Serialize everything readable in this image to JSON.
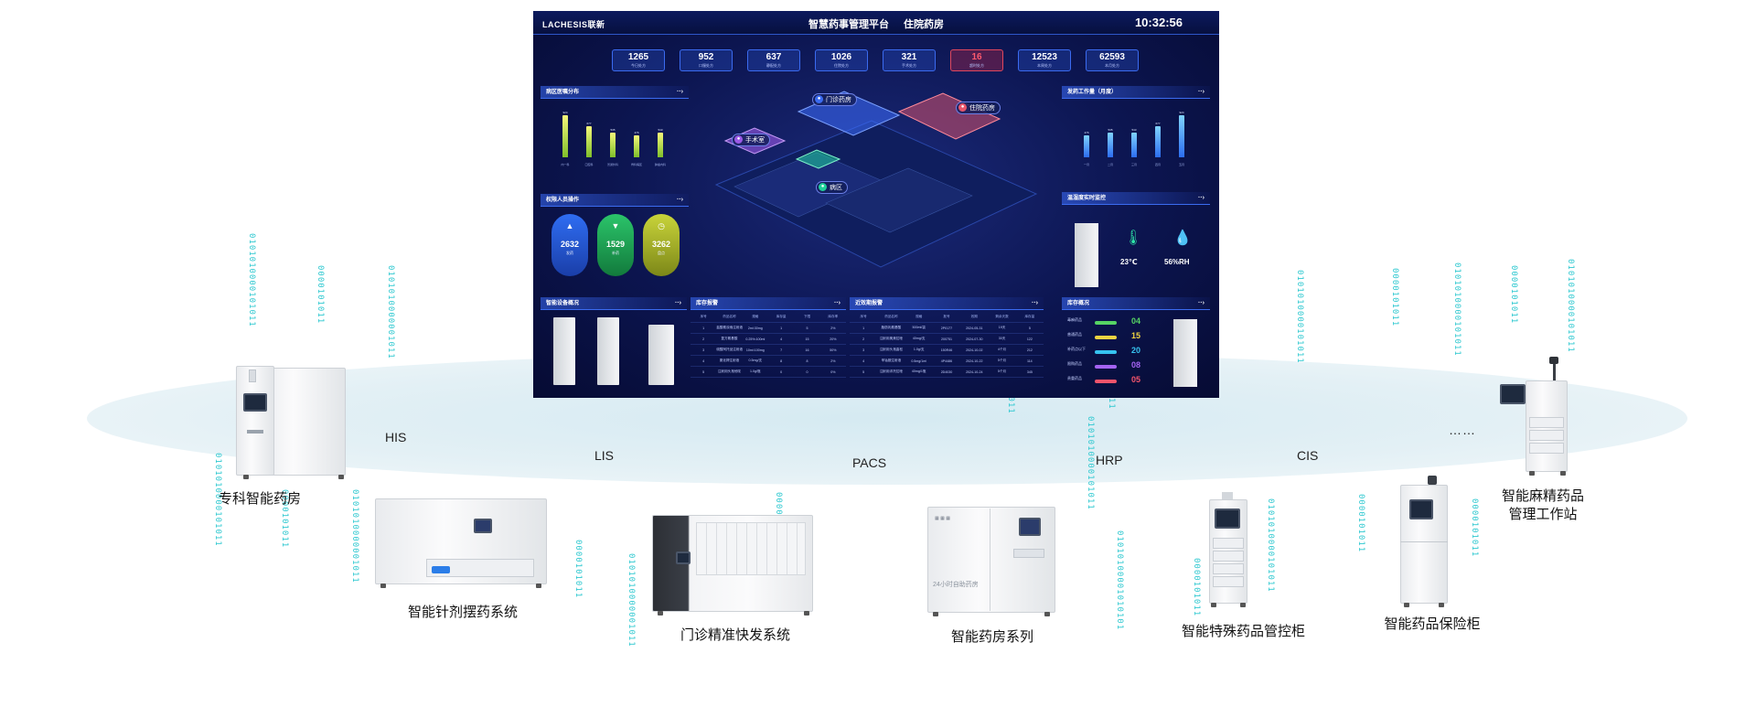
{
  "dashboard": {
    "brand": "LACHESIS联新",
    "title": "智慧药事管理平台",
    "subtitle": "住院药房",
    "time": "10:32:56",
    "kpis": [
      {
        "value": "1265",
        "label": "今日处方",
        "alert": false
      },
      {
        "value": "952",
        "label": "口服处方",
        "alert": false
      },
      {
        "value": "637",
        "label": "静配处方",
        "alert": false
      },
      {
        "value": "1026",
        "label": "住院处方",
        "alert": false
      },
      {
        "value": "321",
        "label": "手术处方",
        "alert": false
      },
      {
        "value": "16",
        "label": "超时处方",
        "alert": true
      },
      {
        "value": "12523",
        "label": "本周处方",
        "alert": false
      },
      {
        "value": "62593",
        "label": "本月处方",
        "alert": false
      }
    ],
    "panels": {
      "ward_dist": "病区医嘱分布",
      "staff_ops": "权限人员操作",
      "devices": "智能设备概况",
      "stock_alert": "库存报警",
      "expiry_alert": "近效期报警",
      "workload": "发药工作量（月度）",
      "env_monitor": "温湿度实时监控",
      "inventory": "库存概况"
    },
    "ward_chart": {
      "type": "bar",
      "values": [
        924,
        677,
        535,
        476,
        543
      ],
      "categories": [
        "内一科",
        "口腔科",
        "普通外科",
        "骨科病区",
        "肿瘤内科"
      ]
    },
    "workload_chart": {
      "type": "bar",
      "values": [
        476,
        535,
        543,
        677,
        924
      ],
      "categories": [
        "一月",
        "二月",
        "三月",
        "四月",
        "五月"
      ]
    },
    "staff_stats": [
      {
        "value": "2632",
        "label": "发药",
        "color": "#2b63e6",
        "icon": "▲"
      },
      {
        "value": "1529",
        "label": "补药",
        "color": "#1fa855",
        "icon": "▼"
      },
      {
        "value": "3262",
        "label": "盘点",
        "color": "#a7b52a",
        "icon": "◷"
      }
    ],
    "areas": [
      {
        "label": "门诊药房",
        "color": "#3b6bf0"
      },
      {
        "label": "住院药房",
        "color": "#e8566b"
      },
      {
        "label": "手术室",
        "color": "#9b59e6"
      },
      {
        "label": "病区",
        "color": "#1fcf9a"
      }
    ],
    "env": {
      "temperature": "23℃",
      "humidity": "56%RH"
    },
    "inventory": [
      {
        "label": "毒麻药品",
        "value": "04",
        "color": "#56d364"
      },
      {
        "label": "普通药品",
        "value": "15",
        "color": "#f0d342"
      },
      {
        "label": "补药点以下",
        "value": "20",
        "color": "#36c3f0"
      },
      {
        "label": "限购药品",
        "value": "08",
        "color": "#a463f2"
      },
      {
        "label": "贵重药品",
        "value": "05",
        "color": "#f2546b"
      }
    ],
    "stock_table": {
      "headers": [
        "序号",
        "药品名称",
        "规格",
        "库存量",
        "下限",
        "库存率"
      ],
      "rows": [
        [
          "1",
          "盐酸氨溴索注射液",
          "2ml:30mg",
          "1",
          "5",
          "2%"
        ],
        [
          "2",
          "复方氨基酸",
          "0.25%:100ml",
          "4",
          "15",
          "20%"
        ],
        [
          "3",
          "硫酸阿托品注射液",
          "10ml:100mg",
          "7",
          "16",
          "50%"
        ],
        [
          "4",
          "氯化钾注射液",
          "0.5mg/支",
          "8",
          "8",
          "2%"
        ],
        [
          "5",
          "注射用头孢他啶",
          "1.0g/瓶",
          "0",
          "0",
          "0%"
        ]
      ]
    },
    "expiry_table": {
      "headers": [
        "序号",
        "药品名称",
        "规格",
        "批号",
        "效期",
        "剩余天数",
        "库存量"
      ],
      "rows": [
        [
          "1",
          "脂肪乳氨基酸",
          "500ml/袋",
          "2P0177",
          "2024-05-31",
          "19天",
          "5"
        ],
        [
          "2",
          "注射用奥美拉唑",
          "40mg/支",
          "200751",
          "2024-07-30",
          "30天",
          "122"
        ],
        [
          "3",
          "注射用头孢曲松",
          "1.0g/支",
          "150R46",
          "2024-10-02",
          "4个月",
          "212"
        ],
        [
          "4",
          "甲钴胺注射液",
          "0.5mg/1ml",
          "4P4486",
          "2024-10-22",
          "5个月",
          "114"
        ],
        [
          "5",
          "注射用泮托拉唑",
          "40mg/1瓶",
          "2D4030",
          "2024-10-24",
          "5个月",
          "345"
        ]
      ]
    }
  },
  "systems": [
    "HIS",
    "LIS",
    "PACS",
    "HRP",
    "CIS"
  ],
  "more": "……",
  "binary": [
    "0101010000101011",
    "0000101011",
    "0101010000001011",
    "0101010000101011",
    "0000101011",
    "0101010000001011",
    "010101000010",
    "0000101011",
    "0101010000001011",
    "0000101011",
    "0101010000101011",
    "01010100001010101",
    "0000101011",
    "0101010000101011",
    "0000101011",
    "0101010000101011",
    "0000101011",
    "0101010000101011",
    "0000101011",
    "0101010000101011",
    "0000101011",
    "0101010000101011",
    "0000101011",
    "0101010000101011"
  ],
  "products": [
    {
      "name": "专科智能药房"
    },
    {
      "name": "智能针剂摆药系统"
    },
    {
      "name": "门诊精准快发系统"
    },
    {
      "name": "智能药房系列"
    },
    {
      "name": "智能特殊药品管控柜"
    },
    {
      "name": "智能药品保险柜"
    },
    {
      "name": "智能麻精药品\n管理工作站"
    }
  ],
  "product_brand": "24小时自助药房"
}
